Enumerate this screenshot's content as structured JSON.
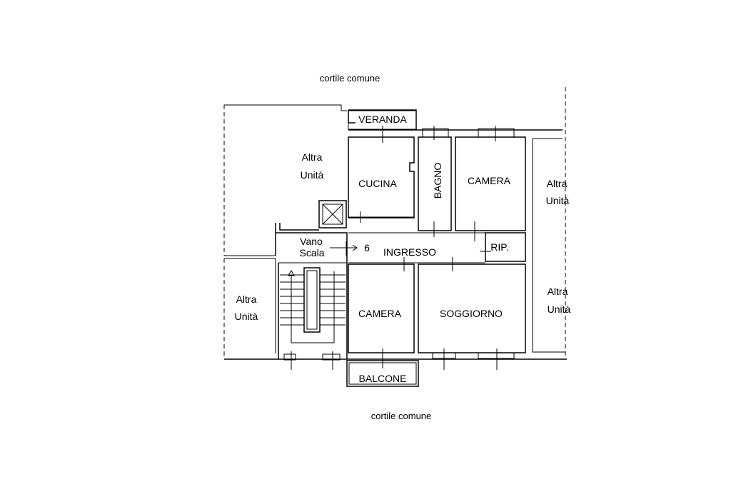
{
  "plan": {
    "courtyard_top": "cortile comune",
    "courtyard_bottom": "cortile comune",
    "rooms": {
      "veranda": "VERANDA",
      "cucina": "CUCINA",
      "bagno": "BAGNO",
      "camera_top": "CAMERA",
      "ingresso": "INGRESSO",
      "rip": "RIP.",
      "camera_bottom": "CAMERA",
      "soggiorno": "SOGGIORNO",
      "balcone": "BALCONE",
      "vano_line1": "Vano",
      "vano_line2": "Scala",
      "step_number": "6"
    },
    "other_units": {
      "top_left_1": "Altra",
      "top_left_2": "Unità",
      "bottom_left_1": "Altra",
      "bottom_left_2": "Unità",
      "right_top_1": "Altra",
      "right_top_2": "Unità",
      "right_bottom_1": "Altra",
      "right_bottom_2": "Unità"
    }
  }
}
